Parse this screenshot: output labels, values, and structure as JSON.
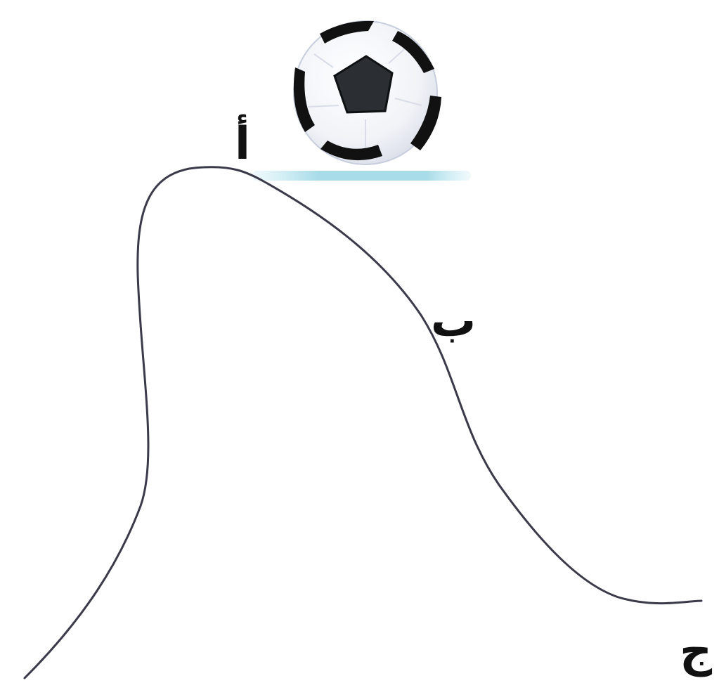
{
  "diagram": {
    "labels": {
      "point_a": "أ",
      "point_b": "ب",
      "point_c": "ج"
    },
    "icons": {
      "ball": "soccer-ball-icon"
    },
    "colors": {
      "curve": "#3a3a4a",
      "ground_shadow": "#9fd8e6",
      "ball_patch": "#111111",
      "ball_center_patch": "#2b2f33",
      "ball_body": "#f4f6fa"
    }
  }
}
